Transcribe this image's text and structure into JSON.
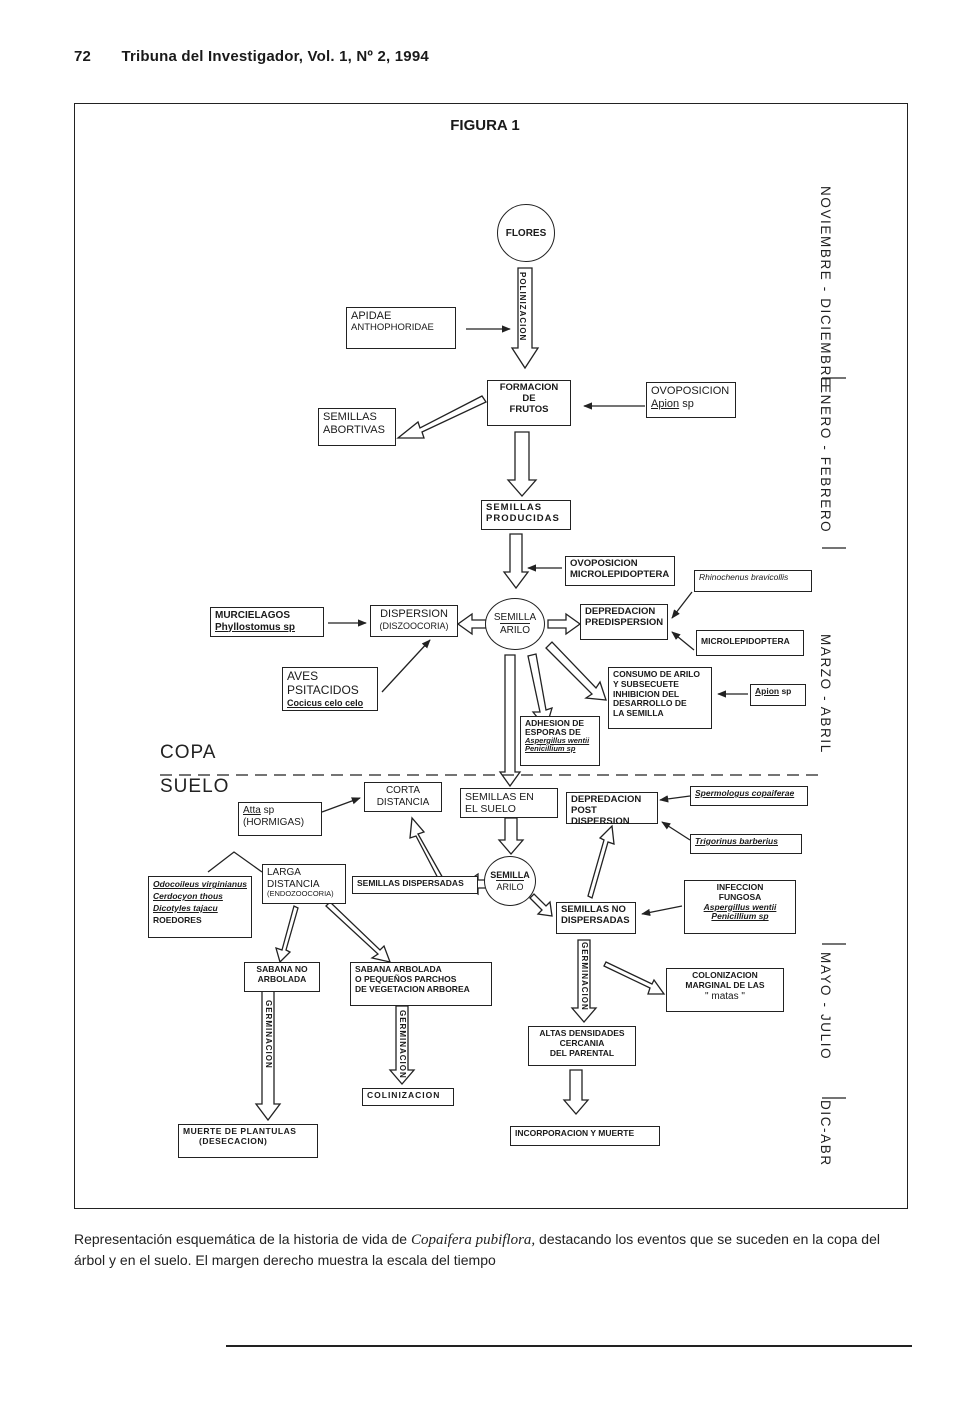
{
  "header": {
    "page_number": "72",
    "journal": "Tribuna del Investigador, Vol. 1, Nº 2, 1994"
  },
  "figure_title": "FIGURA 1",
  "zones": {
    "canopy": "COPA",
    "ground": "SUELO"
  },
  "timescale": [
    "NOVIEMBRE - DICIEMBRE",
    "ENERO - FEBRERO",
    "MARZO - ABRIL",
    "MAYO - JULIO",
    "DIC-ABR"
  ],
  "nodes": {
    "flores": "FLORES",
    "polinizacion": "POLINIZACION",
    "apidae": [
      "APIDAE",
      "ANTHOPHORIDAE"
    ],
    "formacion_frutos": [
      "FORMACION",
      "DE",
      "FRUTOS"
    ],
    "ovoposicion_apion": [
      "OVOPOSICION",
      "Apion",
      "sp"
    ],
    "semillas_abortivas": [
      "SEMILLAS",
      "ABORTIVAS"
    ],
    "semillas_producidas": [
      "SEMILLAS",
      "PRODUCIDAS"
    ],
    "ovoposicion_micro": [
      "OVOPOSICION",
      "MICROLEPIDOPTERA"
    ],
    "rhinochenus": "Rhinochenus bravicollis",
    "murcielagos": [
      "MURCIELAGOS",
      "Phyllostomus sp"
    ],
    "dispersion": [
      "DISPERSION",
      "(DISZOOCORIA)"
    ],
    "semilla_arilo_top": [
      "SEMILLA",
      "ARILO"
    ],
    "depredacion_pre": [
      "DEPREDACION",
      "PREDISPERSION"
    ],
    "microlepidoptera": "MICROLEPIDOPTERA",
    "aves": [
      "AVES",
      "PSITACIDOS",
      "Cocicus",
      "celo",
      "celo"
    ],
    "consumo_arilo": [
      "CONSUMO DE ARILO",
      "Y SUBSECUETE",
      "INHIBICION DEL",
      "DESARROLLO DE",
      "LA SEMILLA"
    ],
    "apion_sp": [
      "Apion",
      "sp"
    ],
    "adhesion": [
      "ADHESION DE",
      "ESPORAS DE",
      "Aspergillus wentii",
      "Penicillium sp"
    ],
    "corta_distancia": [
      "CORTA",
      "DISTANCIA"
    ],
    "atta": [
      "Atta",
      "sp",
      "(HORMIGAS)"
    ],
    "semillas_suelo": [
      "SEMILLAS EN",
      "EL SUELO"
    ],
    "depredacion_post": [
      "DEPREDACION",
      "POST DISPERSION"
    ],
    "spermologus": "Spermologus copaiferae",
    "trigorinus": "Trigorinus barberius",
    "larga_distancia": [
      "LARGA",
      "DISTANCIA",
      "(ENDOZOOCORIA)"
    ],
    "mamiferos": [
      "Odocoileus virginianus",
      "Cerdocyon thous",
      "Dicotyles tajacu",
      "ROEDORES"
    ],
    "semillas_dispersadas": "SEMILLAS DISPERSADAS",
    "semilla_arilo_bottom": [
      "SEMILLA",
      "ARILO"
    ],
    "infeccion": [
      "INFECCION",
      "FUNGOSA",
      "Aspergillus wentii",
      "Penicillium sp"
    ],
    "semillas_no_disp": [
      "SEMILLAS NO",
      "DISPERSADAS"
    ],
    "sabana_no": [
      "SABANA NO",
      "ARBOLADA"
    ],
    "sabana_arbolada": [
      "SABANA ARBOLADA",
      "O PEQUEÑOS PARCHOS",
      "DE VEGETACION ARBOREA"
    ],
    "colonizacion_marginal": [
      "COLONIZACION",
      "MARGINAL DE LAS",
      "\" matas \""
    ],
    "altas_densidades": [
      "ALTAS DENSIDADES",
      "CERCANIA",
      "DEL PARENTAL"
    ],
    "germinacion": "GERMINACION",
    "colonizacion": "COLINIZACION",
    "muerte_plantulas": [
      "MUERTE DE PLANTULAS",
      "(DESECACION)"
    ],
    "incorporacion": "INCORPORACION Y MUERTE"
  },
  "caption": {
    "before": "Representación esquemática de la historia de vida de ",
    "species": "Copaifera pubiflora,",
    "after": " destacando los eventos que se suceden en la copa del árbol y en el suelo. El margen derecho muestra la escala del tiempo"
  }
}
